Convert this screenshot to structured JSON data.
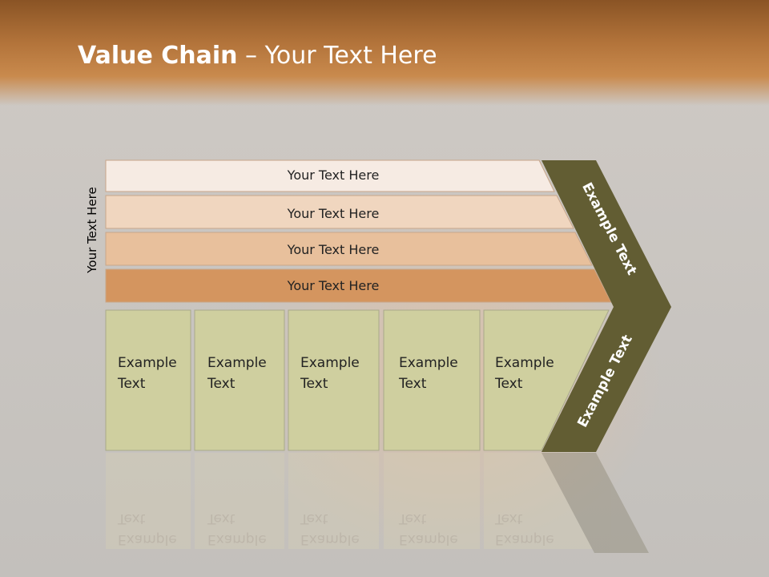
{
  "slide": {
    "title_bold": "Value Chain",
    "title_rest": " – Your Text Here",
    "side_label": "Your Text Here"
  },
  "rows": [
    {
      "label": "Your Text Here",
      "color": "#f6ebe3"
    },
    {
      "label": "Your Text Here",
      "color": "#f0d6bf"
    },
    {
      "label": "Your Text Here",
      "color": "#e8c09c"
    },
    {
      "label": "Your Text Here",
      "color": "#d4955f"
    }
  ],
  "cells": [
    {
      "text": "Example\nText"
    },
    {
      "text": "Example\nText"
    },
    {
      "text": "Example\nText"
    },
    {
      "text": "Example\nText"
    },
    {
      "text": "Example\nText"
    }
  ],
  "chevron": {
    "top_text": "Example Text",
    "bottom_text": "Example Text",
    "color": "#625d33",
    "cell_color": "#cfcf9f"
  }
}
